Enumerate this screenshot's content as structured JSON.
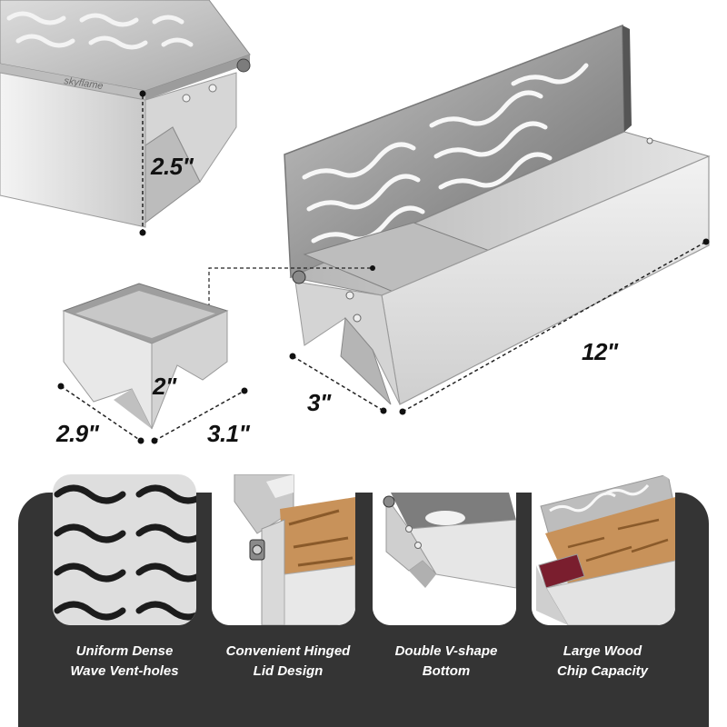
{
  "product": {
    "brand": "skyflame",
    "dimensions": {
      "large_box_height": "2.5\"",
      "large_box_length": "12\"",
      "large_box_width": "3\"",
      "small_box_height": "2\"",
      "small_box_depth": "2.9\"",
      "small_box_width": "3.1\""
    }
  },
  "features": [
    {
      "line1": "Uniform Dense",
      "line2": "Wave Vent-holes"
    },
    {
      "line1": "Convenient Hinged",
      "line2": "Lid Design"
    },
    {
      "line1": "Double V-shape",
      "line2": "Bottom"
    },
    {
      "line1": "Large Wood",
      "line2": "Chip Capacity"
    }
  ],
  "colors": {
    "panel": "#343434",
    "steel_light": "#e6e6e6",
    "steel_dark": "#8a8a8a",
    "caption_text": "#ffffff",
    "wood": "#c8925a",
    "dimension_line": "#222222"
  }
}
